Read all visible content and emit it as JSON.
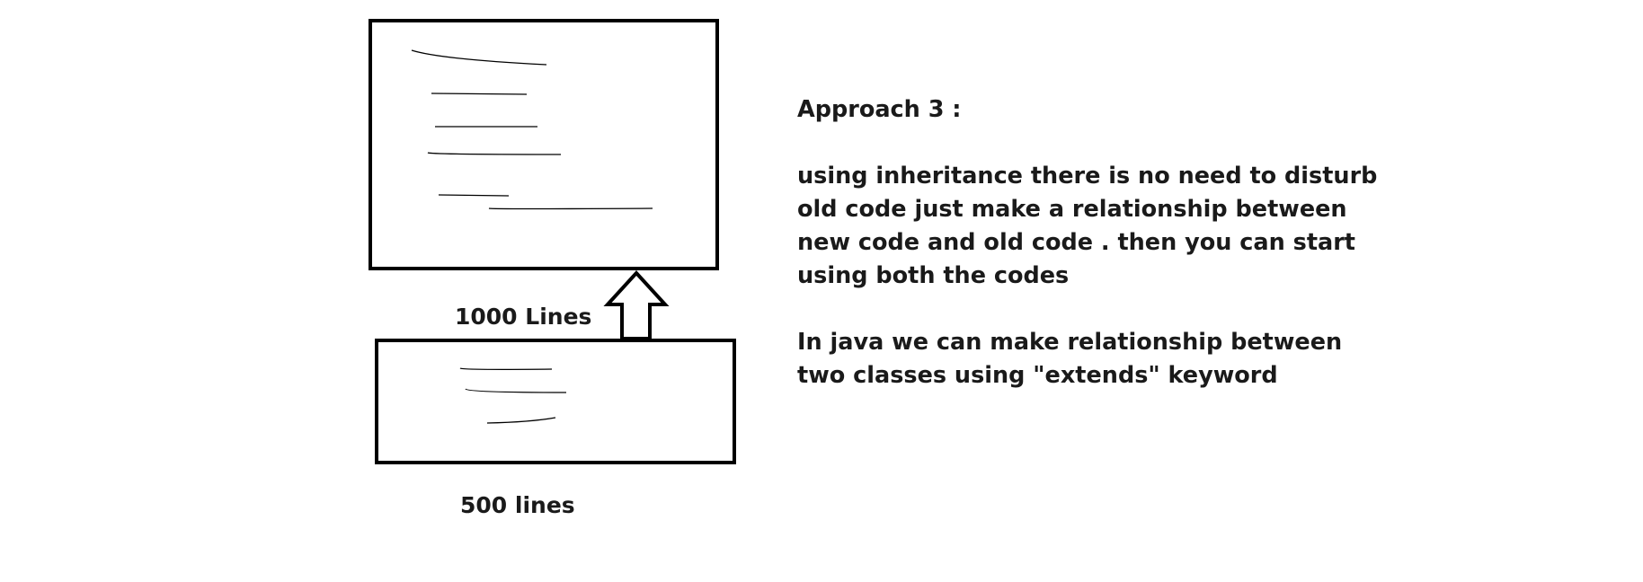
{
  "diagram": {
    "top_box_caption": "1000 Lines",
    "bottom_box_caption": "500 lines",
    "stroke_color": "#000000"
  },
  "notes": {
    "heading": "Approach 3 :",
    "paragraph1": [
      "using inheritance there is no need to disturb",
      "old code just make a relationship between",
      "new code and old code . then you can start",
      "using both the codes"
    ],
    "paragraph2": [
      "In java we can make relationship between",
      "two classes using \"extends\" keyword"
    ]
  }
}
